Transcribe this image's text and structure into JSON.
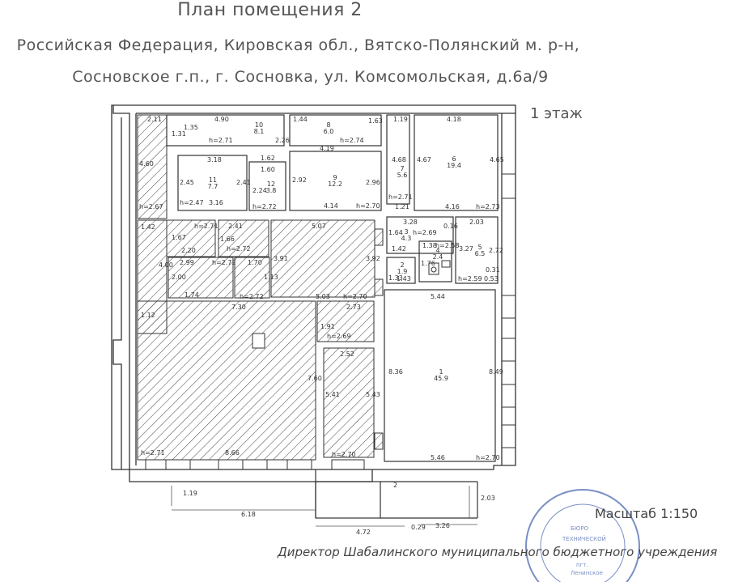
{
  "header": {
    "title": "План помещения 2",
    "address_line1": "Российская Федерация, Кировская обл., Вятско-Полянский м. р-н,",
    "address_line2": "Сосновское г.п., г. Сосновка, ул. Комсомольская, д.6а/9"
  },
  "floor_label": "1 этаж",
  "scale_label": "Масштаб 1:150",
  "director_text": "Директор Шабалинского муниципального бюджетного учреждения",
  "stamp": {
    "lines": [
      "БЮРО",
      "ТЕХНИЧЕСКОЙ",
      "пгт.",
      "Ленинское"
    ]
  },
  "rooms": [
    {
      "num": "10",
      "area": "8.1"
    },
    {
      "num": "8",
      "area": "6.0"
    },
    {
      "num": "7",
      "area": "5.6"
    },
    {
      "num": "6",
      "area": "19.4"
    },
    {
      "num": "11",
      "area": "7.7"
    },
    {
      "num": "12",
      "area": "3.8"
    },
    {
      "num": "9",
      "area": "12.2"
    },
    {
      "num": "3",
      "area": "4.3"
    },
    {
      "num": "4",
      "area": "2.4"
    },
    {
      "num": "5",
      "area": "6.5"
    },
    {
      "num": "2",
      "area": "1.9"
    },
    {
      "num": "1",
      "area": "45.9"
    }
  ],
  "dims": {
    "d211": "2.11",
    "d490": "4.90",
    "d144": "1.44",
    "d163": "1.63",
    "d119": "1.19",
    "d418": "4.18",
    "d460": "4.60",
    "d131": "1.31",
    "d135": "1.35",
    "h271a": "h=2.71",
    "d226": "2.26",
    "h274": "h=2.74",
    "d419": "4.19",
    "d468": "4.68",
    "d467": "4.67",
    "d465": "4.65",
    "d318": "3.18",
    "d162": "1.62",
    "d160": "1.60",
    "d245": "2.45",
    "d241": "2.41",
    "d224": "2.24",
    "d292": "2.92",
    "d296": "2.96",
    "h267": "h=2.67",
    "h247": "h=2.47",
    "d316": "3.16",
    "h272a": "h=2.72",
    "d414": "4.14",
    "h270a": "h=2.70",
    "h271b": "h=2.71",
    "d121": "1.21",
    "d416": "4.16",
    "h273a": "h=2.73",
    "d142a": "1.42",
    "h271c": "h=2.71",
    "d241b": "2.41",
    "d507": "5.07",
    "d328": "3.28",
    "d016": "0.16",
    "d203": "2.03",
    "d167": "1.67",
    "d166": "1.66",
    "h272b": "h=2.72",
    "d164": "1.64",
    "h269a": "h=2.69",
    "d220": "2.20",
    "d391": "3.91",
    "d392": "3.92",
    "d142b": "1.42",
    "d138": "1.38",
    "h258": "h=2.58",
    "d327": "3.27",
    "d272": "2.72",
    "d400": "4.00",
    "d299": "2.99",
    "h272c": "h=2.72",
    "d170": "1.70",
    "d176": "1.76",
    "d031": "0.31",
    "d200": "2.00",
    "d113": "1.13",
    "d133": "1.33",
    "d143": "1.43",
    "h259": "h=2.59",
    "d053": "0.53",
    "d174": "1.74",
    "h272d": "h=2.72",
    "d503": "5.03",
    "h270b": "h=2.70",
    "d544": "5.44",
    "d112": "1.12",
    "d730": "7.30",
    "d273": "2.73",
    "d191": "1.91",
    "h269b": "h=2.69",
    "d252": "2.52",
    "d836": "8.36",
    "d849": "8.49",
    "d760": "7.60",
    "d541": "5.41",
    "d543": "5.43",
    "h271d": "h=2.71",
    "d866": "8.66",
    "h270c": "h=2.70",
    "d546": "5.46",
    "h270d": "h=2.70",
    "d2": "2",
    "d119b": "1.19",
    "d203b": "2.03",
    "d618": "6.18",
    "d472": "4.72",
    "d029": "0.29",
    "d326": "3.26"
  },
  "colors": {
    "line": "#333333",
    "hatch": "#444444",
    "stamp": "#7a8fc4",
    "door_mark": "#c05050"
  }
}
